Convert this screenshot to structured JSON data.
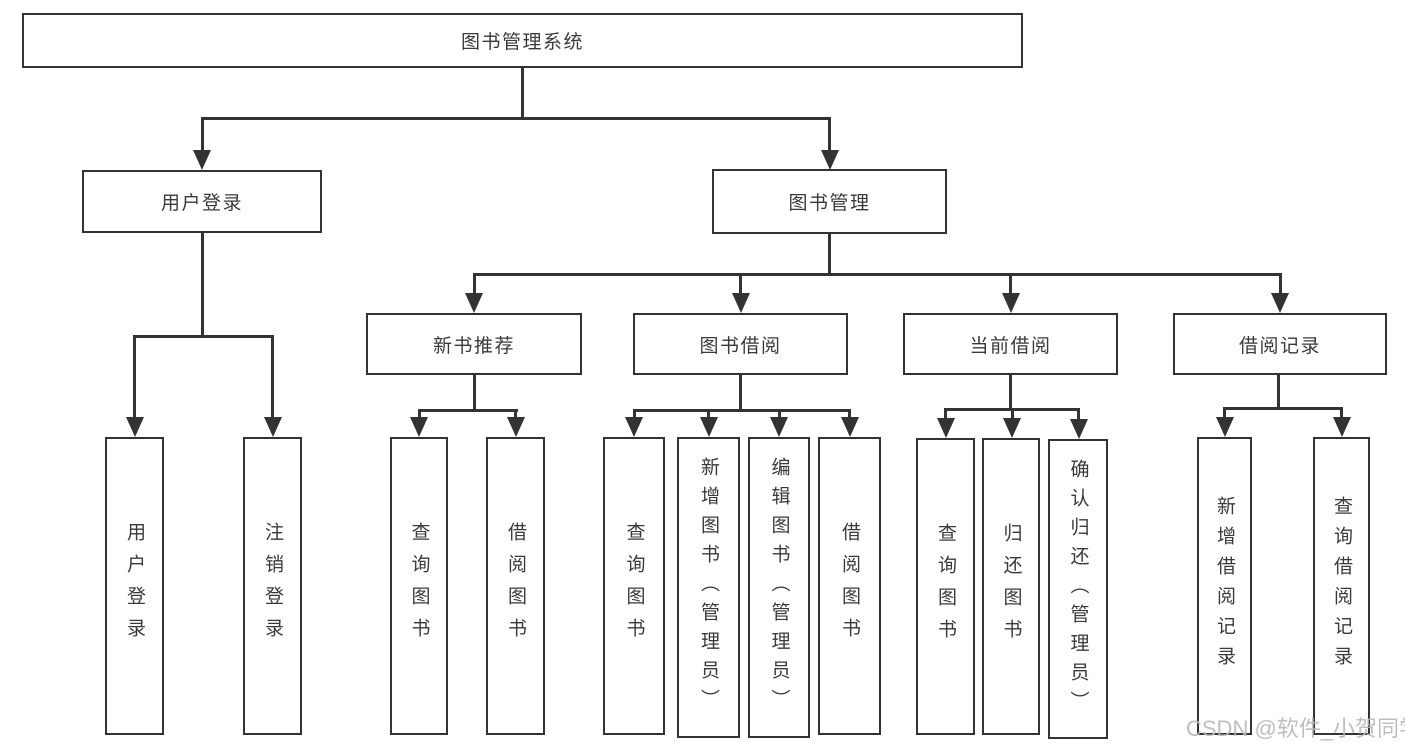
{
  "nodes": {
    "root": {
      "label": "图书管理系统"
    },
    "user_login": {
      "label": "用户登录"
    },
    "book_mgmt": {
      "label": "图书管理"
    },
    "new_book_rec": {
      "label": "新书推荐"
    },
    "book_borrow": {
      "label": "图书借阅"
    },
    "current_borrow": {
      "label": "当前借阅"
    },
    "borrow_records": {
      "label": "借阅记录"
    },
    "leaf_user_login": {
      "label": "用户登录"
    },
    "leaf_logout": {
      "label": "注销登录"
    },
    "leaf_query_books_rec": {
      "label": "查询图书"
    },
    "leaf_borrow_books_rec": {
      "label": "借阅图书"
    },
    "leaf_query_books_borrow": {
      "label": "查询图书"
    },
    "leaf_add_books_admin": {
      "label": "新增图书（管理员）"
    },
    "leaf_edit_books_admin": {
      "label": "编辑图书（管理员）"
    },
    "leaf_borrow_books_borrow": {
      "label": "借阅图书"
    },
    "leaf_query_books_current": {
      "label": "查询图书"
    },
    "leaf_return_books": {
      "label": "归还图书"
    },
    "leaf_confirm_return_admin": {
      "label": "确认归还（管理员）"
    },
    "leaf_add_borrow_record": {
      "label": "新增借阅记录"
    },
    "leaf_query_borrow_record": {
      "label": "查询借阅记录"
    }
  },
  "tree": {
    "label": "图书管理系统",
    "children": [
      {
        "label": "用户登录",
        "children": [
          {
            "label": "用户登录"
          },
          {
            "label": "注销登录"
          }
        ]
      },
      {
        "label": "图书管理",
        "children": [
          {
            "label": "新书推荐",
            "children": [
              {
                "label": "查询图书"
              },
              {
                "label": "借阅图书"
              }
            ]
          },
          {
            "label": "图书借阅",
            "children": [
              {
                "label": "查询图书"
              },
              {
                "label": "新增图书（管理员）"
              },
              {
                "label": "编辑图书（管理员）"
              },
              {
                "label": "借阅图书"
              }
            ]
          },
          {
            "label": "当前借阅",
            "children": [
              {
                "label": "查询图书"
              },
              {
                "label": "归还图书"
              },
              {
                "label": "确认归还（管理员）"
              }
            ]
          },
          {
            "label": "借阅记录",
            "children": [
              {
                "label": "新增借阅记录"
              },
              {
                "label": "查询借阅记录"
              }
            ]
          }
        ]
      }
    ]
  },
  "watermark": {
    "text": "CSDN @软件_小贺同学"
  },
  "colors": {
    "line": "#333333",
    "text": "#3a3a3a",
    "background": "#ffffff",
    "watermark": "#b8b8b8"
  }
}
